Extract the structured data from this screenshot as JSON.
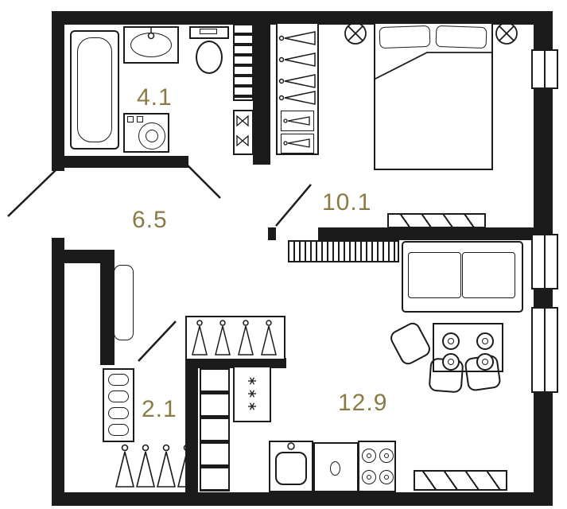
{
  "meta": {
    "type": "apartment-floor-plan"
  },
  "colors": {
    "walls": "#1b1b1b",
    "room_labels": "#8c7a45",
    "background": "#ffffff"
  },
  "rooms": [
    {
      "name": "bathroom",
      "area_label": "4.1"
    },
    {
      "name": "hallway",
      "area_label": "6.5"
    },
    {
      "name": "bedroom",
      "area_label": "10.1"
    },
    {
      "name": "storage",
      "area_label": "2.1"
    },
    {
      "name": "living-kitchen",
      "area_label": "12.9"
    }
  ],
  "furniture": [
    "bathtub",
    "washbasin",
    "toilet",
    "washing-machine",
    "shelving-unit",
    "shoe-cabinet",
    "wardrobe-with-hangers",
    "bed-with-pillows",
    "ceiling-lights",
    "dresser",
    "radiator-grill",
    "sofa",
    "dining-table",
    "chairs",
    "hall-wardrobe-hangers",
    "ladder-shelf",
    "fridge",
    "kitchen-sink",
    "cooktop",
    "radiator",
    "shoe-rack",
    "coat-hangers"
  ]
}
